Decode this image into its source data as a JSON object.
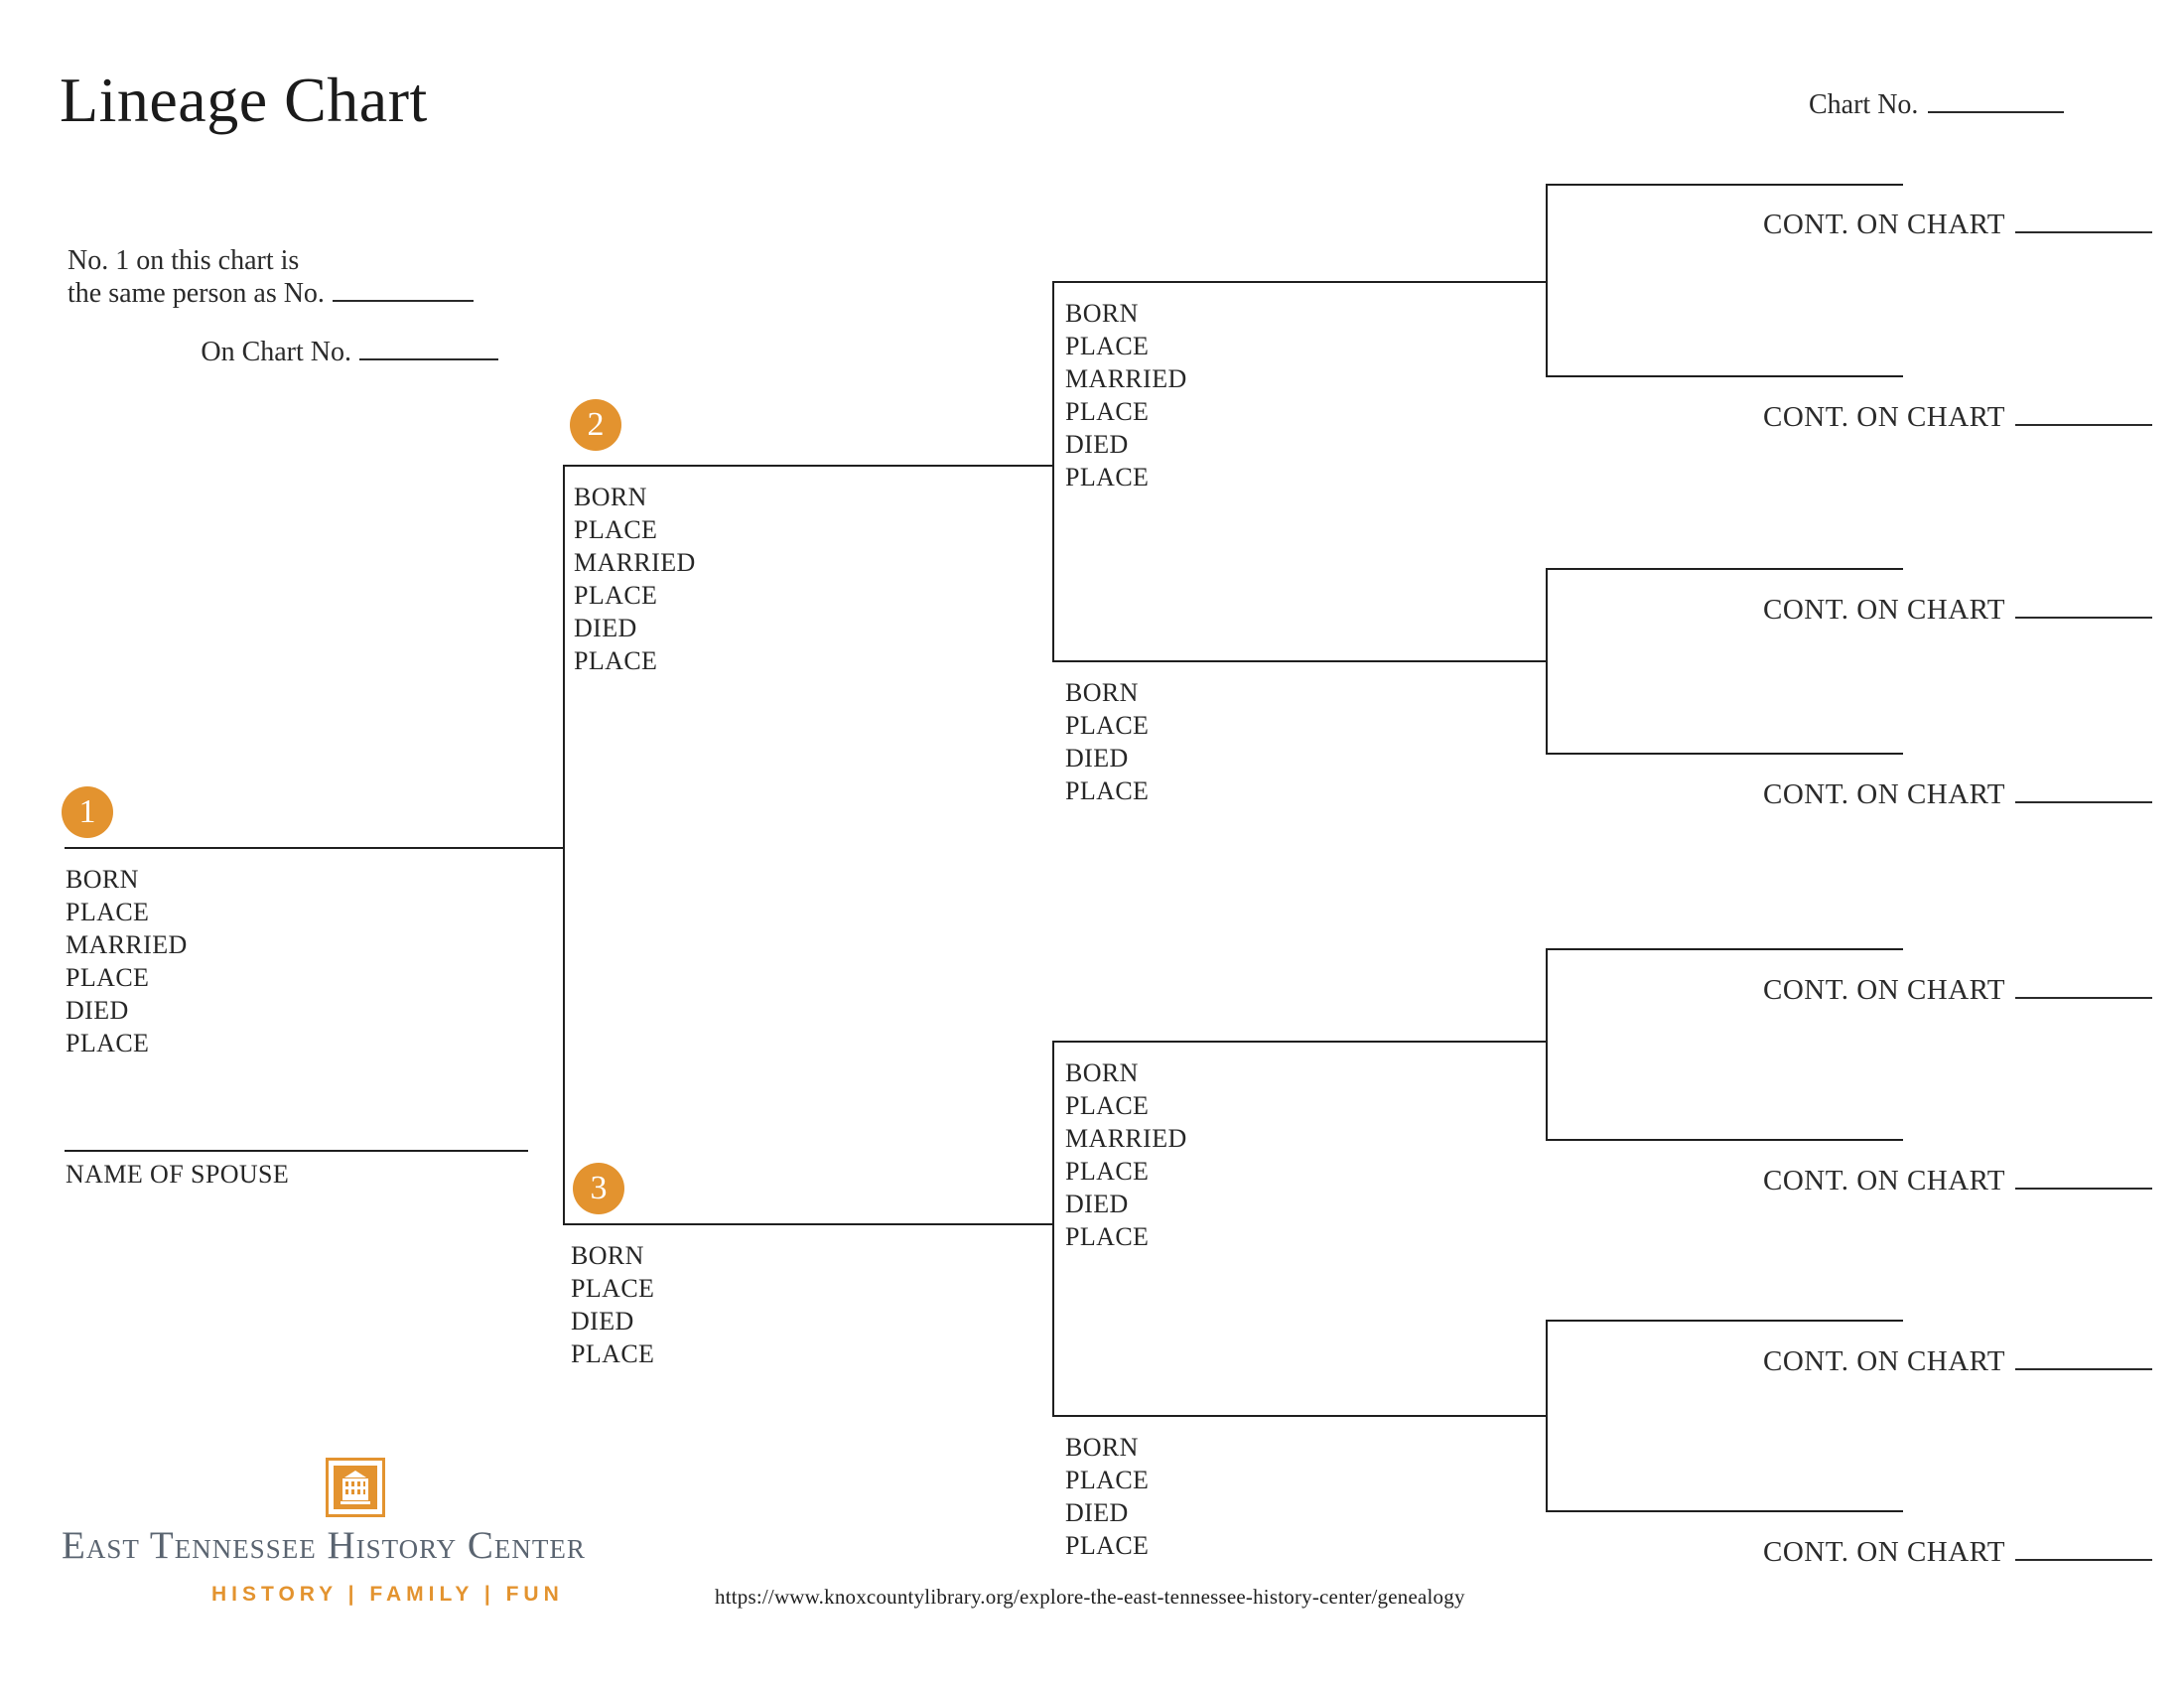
{
  "header": {
    "title": "Lineage Chart",
    "chart_no_label": "Chart No."
  },
  "instructions": {
    "line1": "No. 1 on this chart is",
    "line2": "the same person as No.",
    "line3": "On Chart No."
  },
  "field_labels": {
    "full": [
      "BORN",
      "PLACE",
      "MARRIED",
      "PLACE",
      "DIED",
      "PLACE"
    ],
    "short": [
      "BORN",
      "PLACE",
      "DIED",
      "PLACE"
    ]
  },
  "persons": [
    {
      "number": "1"
    },
    {
      "number": "2"
    },
    {
      "number": "3"
    }
  ],
  "spouse_label": "NAME OF SPOUSE",
  "cont_label": "CONT. ON CHART",
  "footer": {
    "org_name": "East Tennessee History Center",
    "tagline": "HISTORY | FAMILY | FUN",
    "url": "https://www.knoxcountylibrary.org/explore-the-east-tennessee-history-center/genealogy"
  },
  "colors": {
    "accent_orange": "#E3932F",
    "org_slate": "#5A6470",
    "line_black": "#1F1F1F"
  }
}
